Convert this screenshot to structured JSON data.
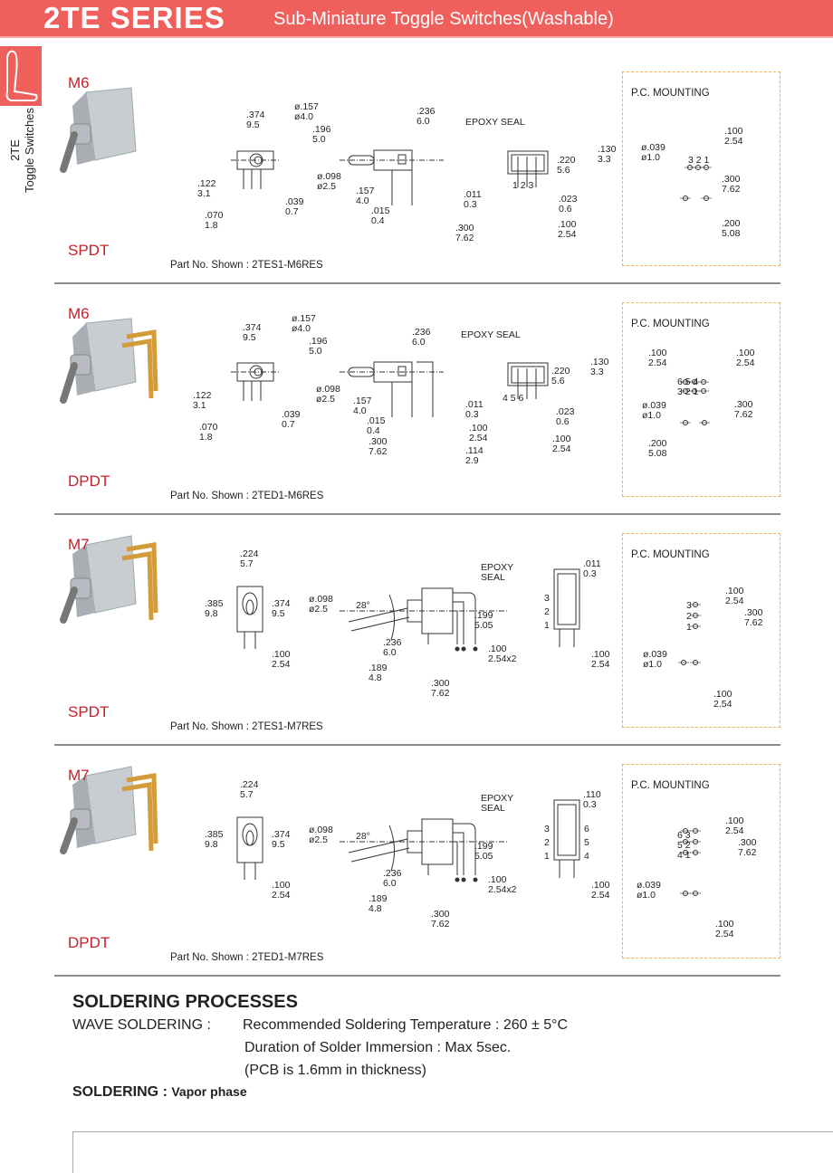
{
  "header": {
    "title": "2TE SERIES",
    "subtitle": "Sub-Miniature Toggle Switches(Washable)"
  },
  "side_tab": {
    "line1": "2TE",
    "line2": "Toggle  Switches"
  },
  "colors": {
    "brand": "#ef5f5c",
    "label_red": "#c8202a",
    "pc_border": "#f5b04a"
  },
  "sections": [
    {
      "series": "M6",
      "variant": "SPDT",
      "part_no": "Part No. Shown : 2TES1-M6RES",
      "pc_title": "P.C. MOUNTING",
      "dims": [
        ".374\n9.5",
        "ø.157\nø4.0",
        ".196\n5.0",
        ".122\n3.1",
        ".070\n1.8",
        ".039\n0.7",
        ".236\n6.0",
        "EPOXY SEAL",
        "ø.098\nø2.5",
        ".157\n4.0",
        ".015\n0.4",
        ".011\n0.3",
        ".300\n7.62",
        ".220\n5.6",
        ".130\n3.3",
        ".023\n0.6",
        ".100\n2.54",
        "1 2 3"
      ],
      "pc_dims": [
        "ø.039\nø1.0",
        ".100\n2.54",
        ".300\n7.62",
        ".200\n5.08",
        "3 2 1"
      ]
    },
    {
      "series": "M6",
      "variant": "DPDT",
      "part_no": "Part No. Shown : 2TED1-M6RES",
      "pc_title": "P.C. MOUNTING",
      "dims": [
        ".374\n9.5",
        "ø.157\nø4.0",
        ".196\n5.0",
        ".122\n3.1",
        ".070\n1.8",
        ".039\n0.7",
        ".236\n6.0",
        "EPOXY SEAL",
        "ø.098\nø2.5",
        ".157\n4.0",
        ".015\n0.4",
        ".300\n7.62",
        ".011\n0.3",
        ".100\n2.54",
        ".114\n2.9",
        ".220\n5.6",
        ".130\n3.3",
        ".023\n0.6",
        ".100\n2.54",
        "4 5 6"
      ],
      "pc_dims": [
        ".100\n2.54",
        ".100\n2.54",
        "6 5 4",
        "3 2 1",
        "ø.039\nø1.0",
        ".300\n7.62",
        ".200\n5.08"
      ]
    },
    {
      "series": "M7",
      "variant": "SPDT",
      "part_no": "Part No. Shown : 2TES1-M7RES",
      "pc_title": "P.C. MOUNTING",
      "dims": [
        ".224\n5.7",
        ".385\n9.8",
        ".374\n9.5",
        ".100\n2.54",
        "ø.098\nø2.5",
        "28°",
        "EPOXY\nSEAL",
        ".199\n5.05",
        ".236\n6.0",
        ".100\n2.54x2",
        ".189\n4.8",
        ".300\n7.62",
        ".011\n0.3",
        "3",
        "2",
        "1",
        ".100\n2.54"
      ],
      "pc_dims": [
        ".100\n2.54",
        ".300\n7.62",
        "3",
        "2",
        "1",
        "ø.039\nø1.0",
        ".100\n2.54"
      ]
    },
    {
      "series": "M7",
      "variant": "DPDT",
      "part_no": "Part No. Shown : 2TED1-M7RES",
      "pc_title": "P.C. MOUNTING",
      "dims": [
        ".224\n5.7",
        ".385\n9.8",
        ".374\n9.5",
        ".100\n2.54",
        "ø.098\nø2.5",
        "28°",
        "EPOXY\nSEAL",
        ".199\n5.05",
        ".236\n6.0",
        ".100\n2.54x2",
        ".189\n4.8",
        ".300\n7.62",
        ".110\n0.3",
        "3",
        "2",
        "1",
        ".100\n2.54",
        "6",
        "5",
        "4"
      ],
      "pc_dims": [
        ".100\n2.54",
        ".300\n7.62",
        "6 3",
        "5 2",
        "4 1",
        "ø.039\nø1.0",
        ".100\n2.54"
      ]
    }
  ],
  "soldering": {
    "title": "SOLDERING PROCESSES",
    "wave_label": "WAVE  SOLDERING :",
    "wave_line1": "Recommended  Soldering  Temperature : 260 ± 5°C",
    "wave_line2": "Duration  of  Solder  Immersion : Max 5sec.",
    "wave_line3": "(PCB  is  1.6mm  in  thickness)",
    "vapor_label": "SOLDERING :",
    "vapor_value": "Vapor phase"
  }
}
